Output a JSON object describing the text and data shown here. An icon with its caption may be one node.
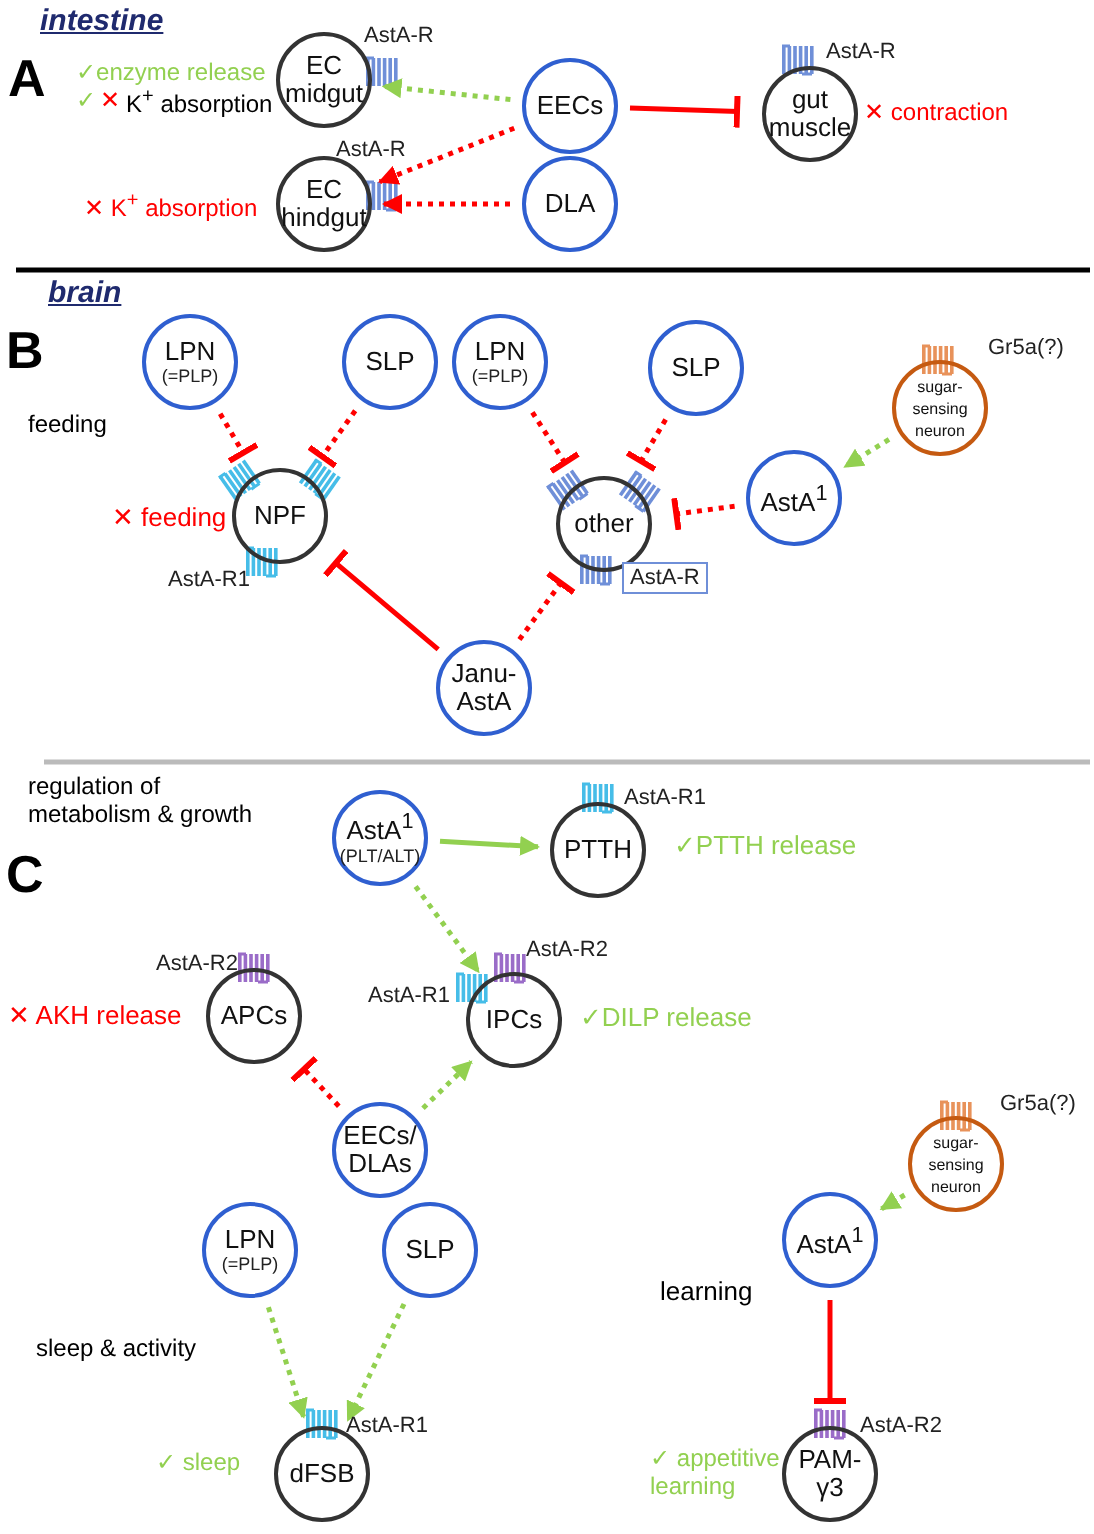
{
  "diagram": {
    "nodes": [
      {
        "text": [
          "EC midgut"
        ],
        "beside": [
          "AstA-R"
        ]
      },
      {
        "text": [
          "EECs"
        ]
      },
      {
        "text": [
          "gut muscle"
        ],
        "beside": [
          "AstA-R"
        ]
      },
      {
        "text": [
          "EC hindgut"
        ],
        "beside": [
          "AstA-R"
        ]
      },
      {
        "text": [
          "DLA"
        ]
      },
      {
        "text": [
          "LPN",
          "(=PLP)"
        ]
      },
      {
        "text": [
          "SLP"
        ]
      },
      {
        "text": [
          "LPN",
          "(=PLP)"
        ]
      },
      {
        "text": [
          "SLP"
        ]
      },
      {
        "text": [
          "sugar-sensing neuron"
        ],
        "beside": [
          "Gr5a(?)"
        ]
      },
      {
        "text": [
          "NPF"
        ],
        "beside": [
          "AstA-R1"
        ]
      },
      {
        "text": [
          "other"
        ],
        "beside": [
          "AstA-R"
        ]
      },
      {
        "text": [
          "AstA$^{1}$"
        ]
      },
      {
        "text": [
          "Janu-AstA"
        ]
      },
      {
        "text": [
          "AstA$^{1}$",
          "(PLT/ALT)"
        ]
      },
      {
        "text": [
          "PTTH"
        ],
        "beside": [
          "AstA-R1"
        ]
      },
      {
        "text": [
          "APCs"
        ],
        "beside": [
          "AstA-R2"
        ]
      },
      {
        "text": [
          "IPCs"
        ],
        "beside": [
          "AstA-R2",
          "AstA-R1"
        ]
      },
      {
        "text": [
          "EECs/ DLAs"
        ]
      },
      {
        "text": [
          "sugar-sensing neuron"
        ],
        "beside": [
          "Gr5a(?)"
        ]
      },
      {
        "text": [
          "LPN",
          "(=PLP)"
        ]
      },
      {
        "text": [
          "SLP"
        ]
      },
      {
        "text": [
          "AstA$^{1}$"
        ]
      },
      {
        "text": [
          "dFSB"
        ],
        "beside": [
          "AstA-R1"
        ]
      },
      {
        "text": [
          "PAM- γ3"
        ],
        "beside": [
          "AstA-R2"
        ]
      }
    ],
    "edges": [
      {
        "from": 1,
        "to": 0,
        "arrow": "to",
        "style": "dashed",
        "color": "#92d050"
      },
      {
        "from": 1,
        "to": 2,
        "arrow": "other"
      },
      {
        "from": 1,
        "to": 3,
        "arrow": "to",
        "style": "dashed"
      },
      {
        "from": 4,
        "to": 3,
        "arrow": "to",
        "style": "dashed"
      },
      {
        "from": 5,
        "to": 10,
        "arrow": "other",
        "style": "dashed"
      },
      {
        "from": 6,
        "to": 10,
        "arrow": "other",
        "style": "dashed"
      },
      {
        "from": 7,
        "to": 11,
        "arrow": "other",
        "style": "dashed"
      },
      {
        "from": 8,
        "to": 11,
        "arrow": "other",
        "style": "dashed"
      },
      {
        "from": 9,
        "to": 12,
        "arrow": "to",
        "style": "dashed",
        "color": "#92d050"
      },
      {
        "from": 12,
        "to": 11,
        "arrow": "other",
        "style": "dashed"
      },
      {
        "from": 13,
        "to": 10,
        "arrow": "other"
      },
      {
        "from": 13,
        "to": 11,
        "arrow": "other",
        "style": "dashed"
      },
      {
        "from": 14,
        "to": 15,
        "arrow": "to",
        "color": "#92d050"
      },
      {
        "from": 14,
        "to": 17,
        "arrow": "to",
        "style": "dashed",
        "color": "#92d050"
      },
      {
        "from": 18,
        "to": 16,
        "arrow": "other",
        "style": "dashed"
      },
      {
        "from": 18,
        "to": 17,
        "arrow": "to",
        "style": "dashed",
        "color": "#92d050"
      },
      {
        "from": 19,
        "to": 22,
        "arrow": "to",
        "style": "dashed",
        "color": "#92d050"
      },
      {
        "from": 20,
        "to": 23,
        "arrow": "to",
        "style": "dashed",
        "color": "#92d050"
      },
      {
        "from": 21,
        "to": 23,
        "arrow": "to",
        "style": "dashed",
        "color": "#92d050"
      },
      {
        "from": 22,
        "to": 24,
        "arrow": "other"
      }
    ],
    "labels": [
      "intestine",
      "A",
      "✓enzyme release",
      "✓",
      "✕",
      "K$^{+}$ absorption",
      "✕ contraction",
      "✕ K$^{+}$ absorption",
      "brain",
      "B",
      "feeding",
      "✕ feeding",
      "regulation of metabolism & growth",
      "C",
      "✓PTTH release",
      "✕ AKH release",
      "✓DILP release",
      "learning",
      "sleep & activity",
      "✓ sleep",
      "✓ appetitive learning"
    ]
  }
}
